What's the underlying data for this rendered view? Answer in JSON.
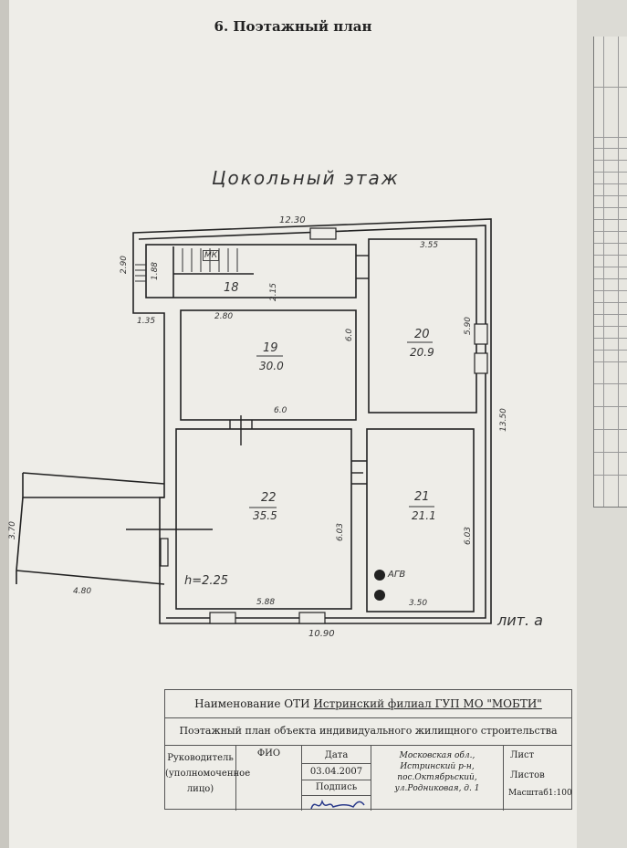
{
  "document": {
    "title": "6. Поэтажный план",
    "floor_label": "Цокольный этаж",
    "liter_label": "лит. а"
  },
  "plan": {
    "dims": {
      "top_total": "12.30",
      "left_2_90": "2.90",
      "left_1_88": "1.88",
      "left_1_35": "1.35",
      "stairs_2_15": "2.15",
      "room19_width": "2.80",
      "room19_right": "6.0",
      "room19_bottom": "6.0",
      "room20_width": "3.55",
      "room20_height": "5.90",
      "right_total": "13.50",
      "room22_height": "6.03",
      "room21_height": "6.03",
      "room22_width": "5.88",
      "room21_width": "3.50",
      "bottom_total": "10.90",
      "ext_height": "3.70",
      "ext_width": "4.80",
      "height_label": "h=2.25",
      "stair_mark": "МК"
    },
    "rooms": [
      {
        "num": "18",
        "area": ""
      },
      {
        "num": "19",
        "area": "30.0"
      },
      {
        "num": "20",
        "area": "20.9"
      },
      {
        "num": "22",
        "area": "35.5"
      },
      {
        "num": "21",
        "area": "21.1"
      }
    ],
    "symbols": {
      "agv": "АГВ"
    }
  },
  "stamp": {
    "name_label": "Наименование ОТИ",
    "name_value": "Истринский филиал ГУП МО \"МОБТИ\"",
    "plan_caption": "Поэтажный план объекта индивидуального жилищного строительства",
    "head_label": "Руководитель (уполномоченное лицо)",
    "fio_label": "ФИО",
    "date_label": "Дата",
    "date_value": "03.04.2007",
    "signature_label": "Подпись",
    "address": "Московская обл., Истринский р-н, пос.Октябрьский, ул.Родниковая, д. 1",
    "sheet_label": "Лист",
    "sheets_label": "Листов",
    "scale_label": "Масштаб1:100"
  }
}
